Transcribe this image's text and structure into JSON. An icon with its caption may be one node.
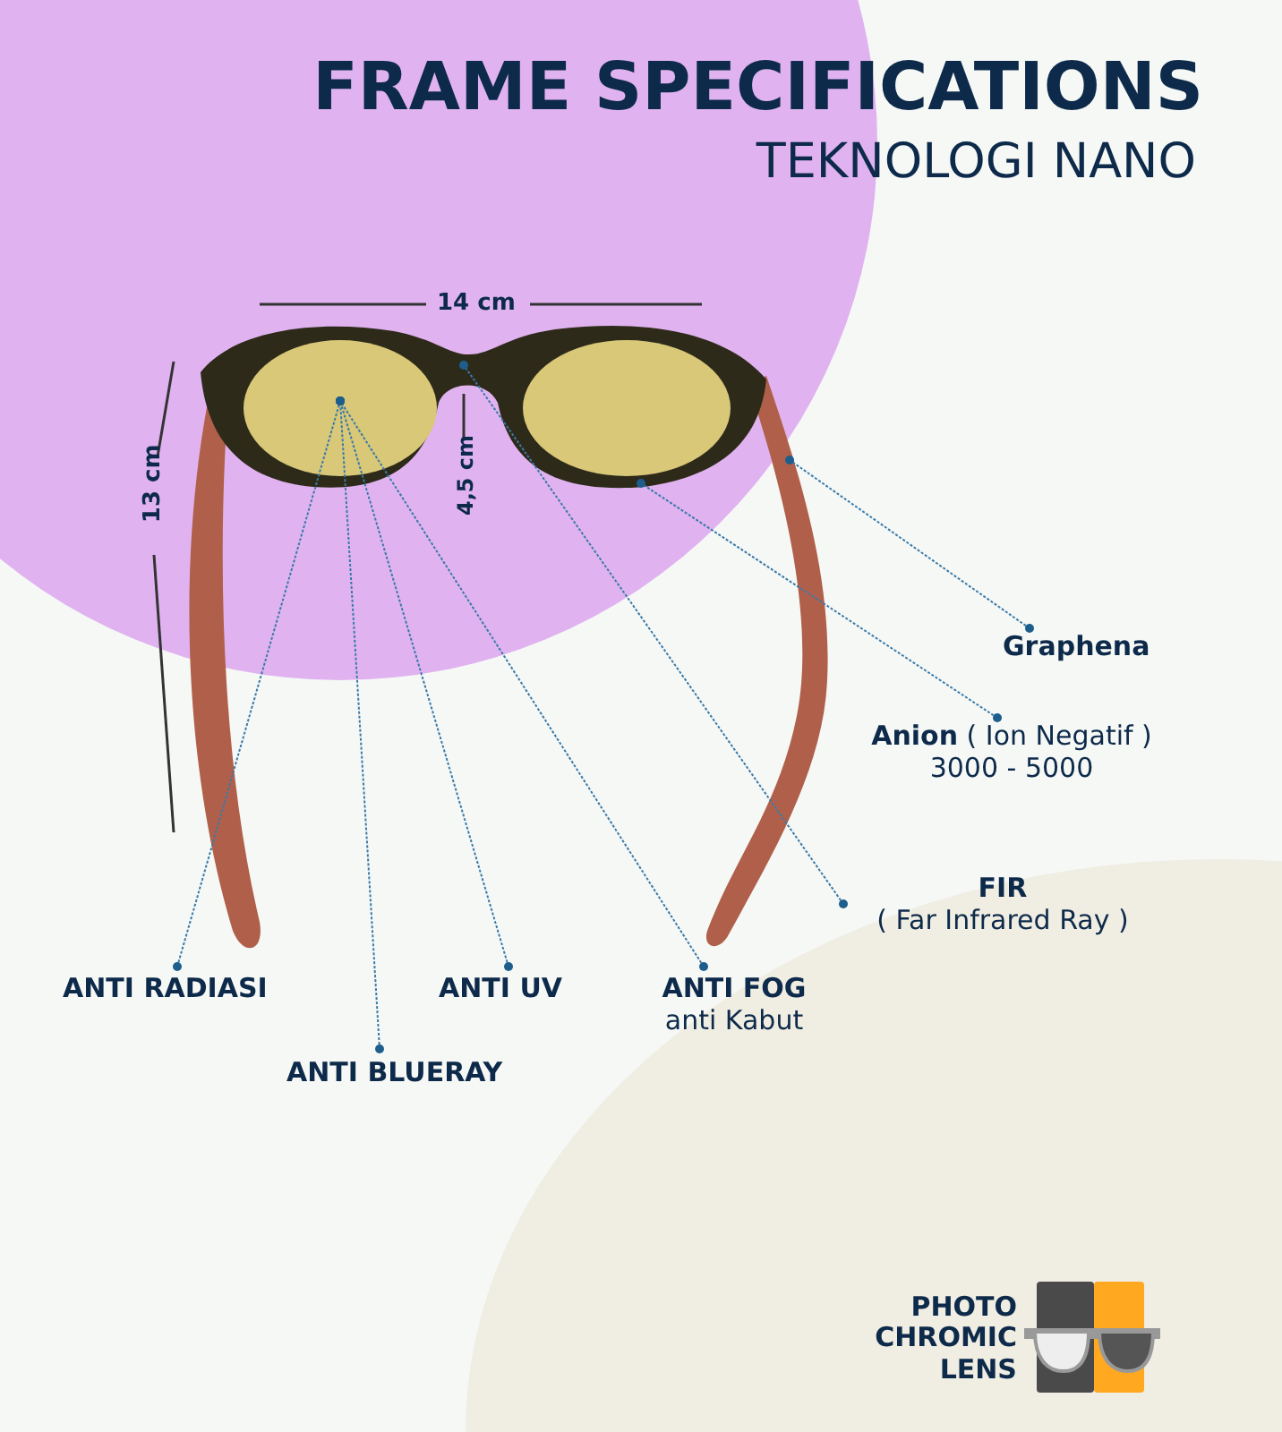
{
  "diagram": {
    "title": "FRAME SPECIFICATIONS",
    "nodes": [
      {
        "text": [
          "Graphena"
        ]
      },
      {
        "text": [
          "**Anion** ( Ion Negatif )",
          "3000 - 5000"
        ]
      },
      {
        "text": [
          "FIR",
          "( Far Infrared Ray )"
        ]
      },
      {
        "text": [
          "ANTI RADIASI"
        ]
      },
      {
        "text": [
          "ANTI BLUERAY"
        ]
      },
      {
        "text": [
          "ANTI UV"
        ]
      },
      {
        "text": [
          "ANTI FOG",
          "anti Kabut"
        ]
      }
    ],
    "edges": [
      {
        "from": 0,
        "to": null,
        "arrow": "other"
      },
      {
        "from": 1,
        "to": null,
        "arrow": "other"
      },
      {
        "from": 2,
        "to": null,
        "arrow": "other"
      },
      {
        "from": 3,
        "to": null,
        "arrow": "other"
      },
      {
        "from": 4,
        "to": null,
        "arrow": "other"
      },
      {
        "from": 5,
        "to": null,
        "arrow": "other"
      },
      {
        "from": 6,
        "to": null,
        "arrow": "other"
      }
    ],
    "labels": [
      "TEKNOLOGI NANO",
      "14 cm",
      "13 cm",
      "4,5 cm",
      "PHOTO CHROMIC LENS"
    ]
  }
}
